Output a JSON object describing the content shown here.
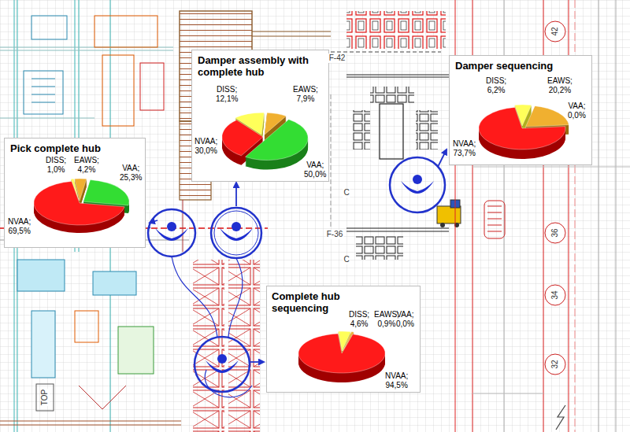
{
  "diagram": {
    "nodes": [
      {
        "text": [
          "Damper assembly with complete hub",
          "DISS; 12,1%",
          "EAWS; 7,9%",
          "NVAA; 30,0%",
          "VAA; 50,0%"
        ]
      },
      {
        "text": [
          "Damper sequencing",
          "DISS; 6,2%",
          "EAWS; 20,2%",
          "VAA; 0,0%",
          "NVAA; 73,7%"
        ]
      },
      {
        "text": [
          "Pick complete hub",
          "DISS; 1,0%",
          "EAWS; 4,2%",
          "VAA; 25,3%",
          "NVAA; 69,5%"
        ]
      },
      {
        "text": [
          "Complete hub sequencing",
          "DISS; 4,6%",
          "EAWS; 0,9%",
          "VAA; 0,0%",
          "NVAA; 94,5%"
        ]
      }
    ],
    "labels": [
      "F-42",
      "F-36",
      "42",
      "36",
      "34",
      "32",
      "C",
      "C",
      "TOP"
    ]
  }
}
